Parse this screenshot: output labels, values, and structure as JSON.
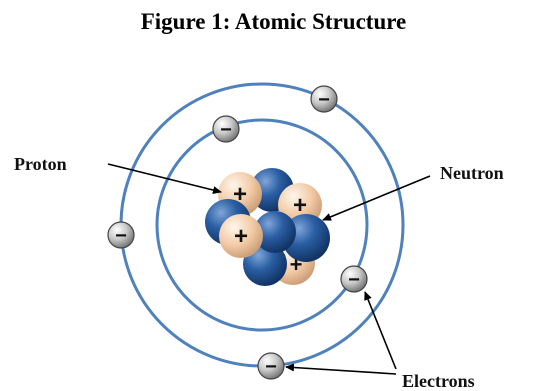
{
  "figure": {
    "title": "Figure 1:  Atomic Structure"
  },
  "labels": {
    "proton": "Proton",
    "neutron": "Neutron",
    "electrons": "Electrons"
  },
  "symbols": {
    "proton_sign": "+",
    "electron_sign": "−"
  },
  "colors": {
    "orbit": "#4f81bd",
    "proton": "#f2cba6",
    "neutron": "#1f4e8c",
    "electron": "#9a9a9a",
    "arrow": "#000000"
  }
}
